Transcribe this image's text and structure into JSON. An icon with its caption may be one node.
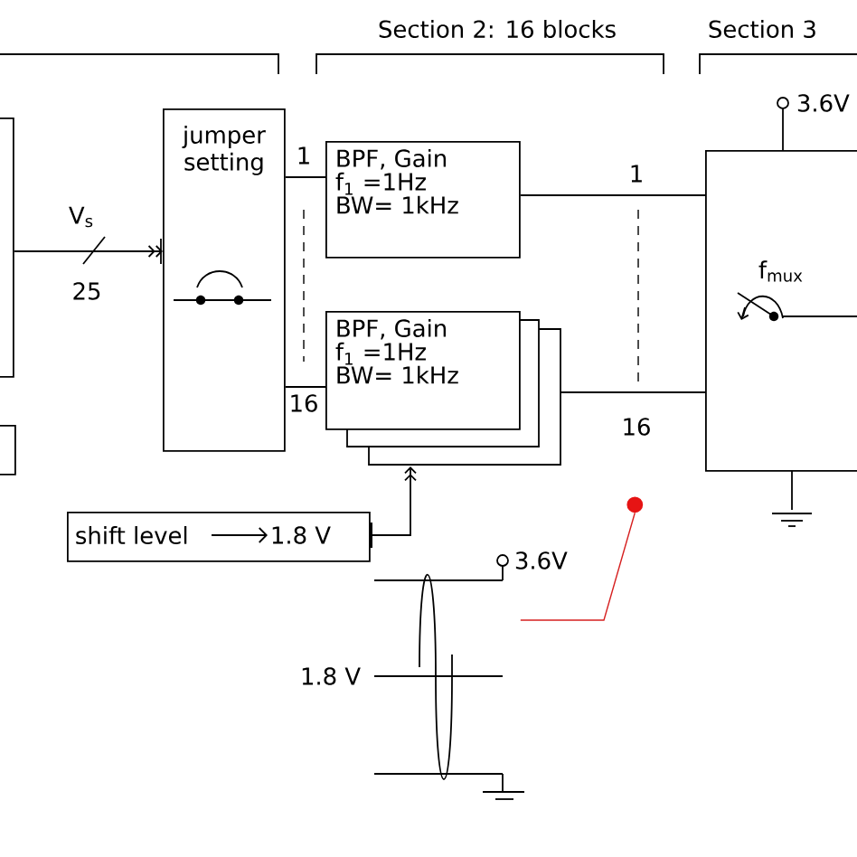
{
  "diagram": {
    "nodes": [
      {
        "text": [],
        "shape": "box"
      },
      {
        "text": [],
        "shape": "box"
      },
      {
        "text": [
          "jumper setting"
        ]
      },
      {
        "text": [
          "BPF, Gain",
          "f$_{1}$ =1Hz",
          "BW= 1kHz"
        ]
      },
      {
        "text": [
          "BPF, Gain",
          "f$_{1}$ =1Hz",
          "BW= 1kHz"
        ]
      },
      {
        "text": [],
        "shape": "box"
      },
      {
        "text": [
          "shift level",
          "1.8 V"
        ]
      },
      {
        "text": [],
        "shape": "circle"
      },
      {
        "text": [],
        "shape": "picture"
      }
    ],
    "edges": [
      {
        "from": 0,
        "to": 2,
        "arrow": "to",
        "label": "V$_{s}$"
      },
      {
        "from": 2,
        "to": 3,
        "arrow": "none"
      },
      {
        "from": 2,
        "to": 4,
        "arrow": "none"
      },
      {
        "from": 3,
        "to": 5,
        "arrow": "none"
      },
      {
        "from": 4,
        "to": 5,
        "arrow": "none"
      },
      {
        "from": 6,
        "to": 4,
        "arrow": "to"
      },
      {
        "from": 7,
        "to": 8,
        "arrow": "none",
        "color": "#d62020"
      }
    ],
    "labels": [
      "Section 2:  16 blocks",
      "Section 3",
      "3.6V",
      "25",
      "1",
      "16",
      "1",
      "16",
      "f$_{mux}$",
      "3.6V",
      "1.8 V"
    ]
  }
}
